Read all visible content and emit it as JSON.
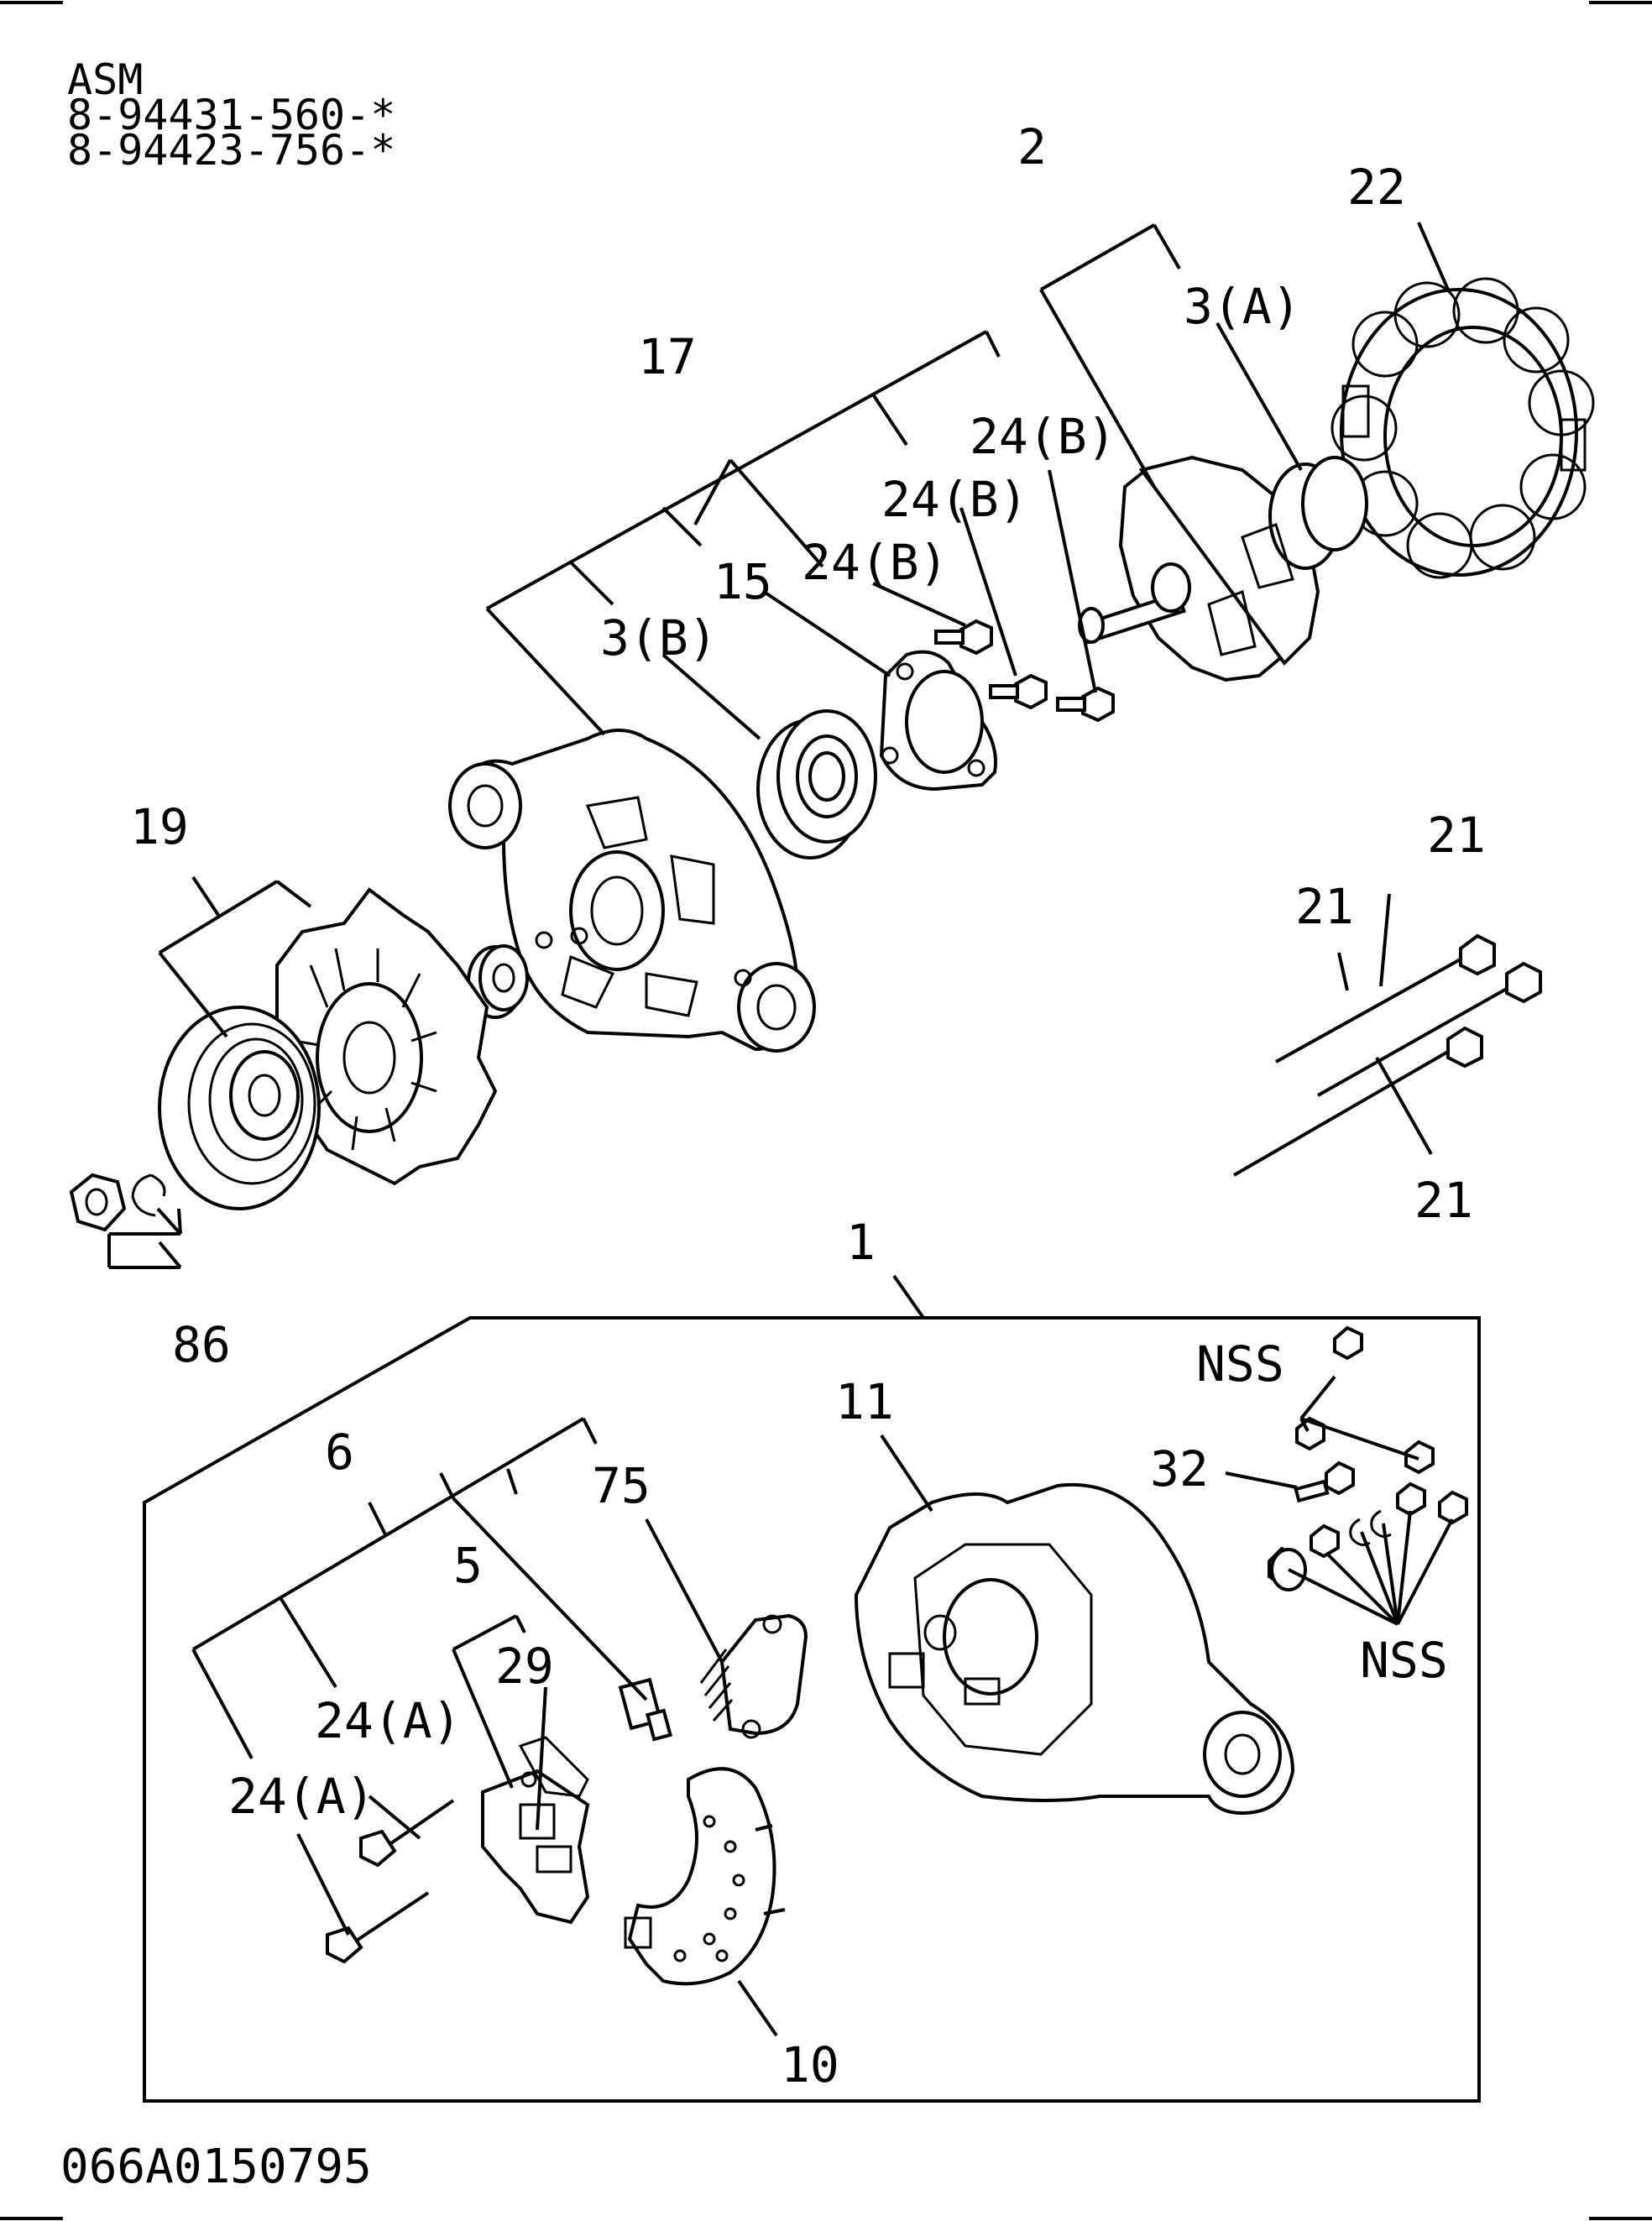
{
  "header": {
    "asm_label": "ASM",
    "part_numbers": [
      "8-94431-560-*",
      "8-94423-756-*"
    ]
  },
  "footer": {
    "diagram_code": "066A0150795"
  },
  "callouts": {
    "c2": "2",
    "c22": "22",
    "c3a": "3(A)",
    "c17": "17",
    "c24b_1": "24(B)",
    "c24b_2": "24(B)",
    "c24b_3": "24(B)",
    "c15": "15",
    "c3b": "3(B)",
    "c19": "19",
    "c21_1": "21",
    "c21_2": "21",
    "c21_3": "21",
    "c86": "86",
    "c1": "1",
    "c6": "6",
    "c75": "75",
    "c11": "11",
    "nss_1": "NSS",
    "c32": "32",
    "nss_2": "NSS",
    "c5": "5",
    "c29": "29",
    "c24a_1": "24(A)",
    "c24a_2": "24(A)",
    "c10": "10"
  }
}
